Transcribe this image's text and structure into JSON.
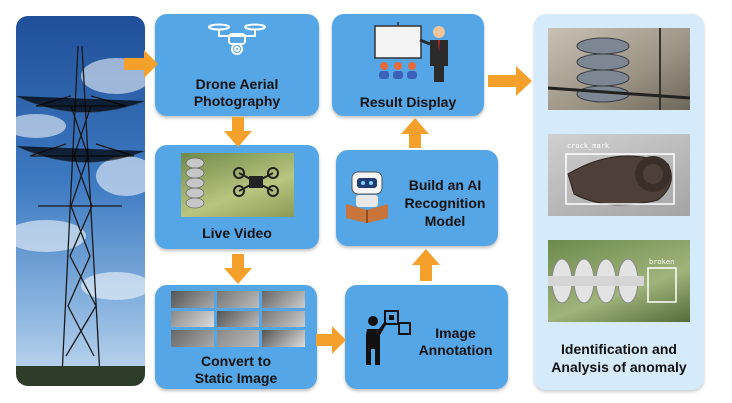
{
  "steps": {
    "drone": {
      "label": "Drone Aerial\nPhotography"
    },
    "video": {
      "label": "Live Video"
    },
    "convert": {
      "label": "Convert to\nStatic Image"
    },
    "annotation": {
      "label": "Image\nAnnotation"
    },
    "model": {
      "label": "Build an AI\nRecognition\nModel"
    },
    "result": {
      "label": "Result Display"
    }
  },
  "outcome": {
    "label": "Identification and\nAnalysis of anomaly",
    "detection_tags": [
      "crack_mark",
      "broken"
    ]
  },
  "icons": [
    "drone-icon",
    "presenter-icon",
    "robot-reading-icon",
    "annotator-icon"
  ],
  "colors": {
    "panel": "#54a6e6",
    "arrow": "#f5a02a",
    "result_bg": "#d5ebfb",
    "detection_box": "#ffffff"
  }
}
